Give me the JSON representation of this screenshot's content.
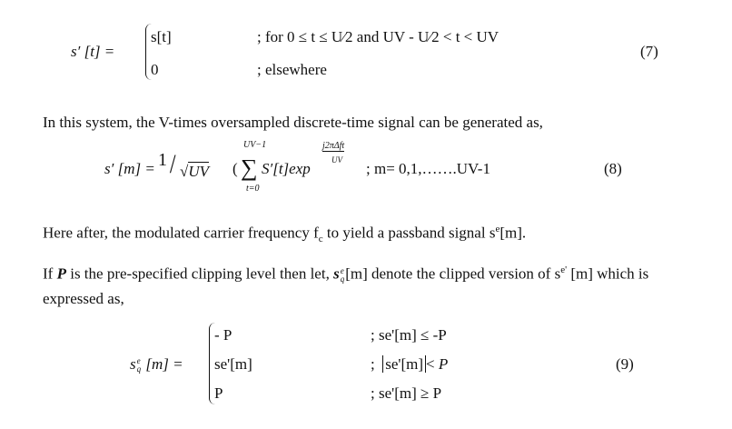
{
  "eq7": {
    "lhs": "s′ [t] =",
    "case1_value": "s[t]",
    "case1_condition": "; for 0 ≤ t ≤ U⁄2 and UV - U⁄2 < t < UV",
    "case2_value": "0",
    "case2_condition": ";  elsewhere",
    "number": "(7)"
  },
  "para1": "In this system, the V-times oversampled discrete-time signal can be generated as,",
  "eq8": {
    "lhs": "s′ [m] =",
    "factor_num": "1",
    "factor_den": "UV",
    "open_paren": "(",
    "sum_upper": "UV−1",
    "sum_lower": "t=0",
    "sum_symbol": "∑",
    "term": "S′[t]exp",
    "exp_num": "j2πΔft",
    "exp_den": "UV",
    "range": "; m= 0,1,…….UV-1",
    "number": "(8)"
  },
  "para2": {
    "text_a": "Here after, the modulated carrier frequency f",
    "sub_c": "c",
    "text_b": " to yield a passband signal s",
    "sup_e": "e",
    "text_c": "[m]."
  },
  "para3": {
    "text_a": "If ",
    "P": "P",
    "text_b": " is the pre-specified clipping level then let, ",
    "sym": "s",
    "sym_sup": "e",
    "sym_sub": "q",
    "text_c": "[m] denote the clipped version of s",
    "sup_e": "e'",
    "text_d": " [m] which is",
    "line2": "expressed as,"
  },
  "eq9": {
    "lhs_s": "s",
    "lhs_sup": "e",
    "lhs_sub": "q",
    "lhs_rest": "[m] =",
    "case1_value": "- P",
    "case1_condition": ";  se'[m] ≤ -P",
    "case2_value": "se'[m]",
    "case2_cond_pre": ";",
    "case2_cond_abs": "se'[m]",
    "case2_cond_post": "< ",
    "case2_cond_P": "P",
    "case3_value": "P",
    "case3_condition": ";  se'[m] ≥ P",
    "number": "(9)"
  }
}
